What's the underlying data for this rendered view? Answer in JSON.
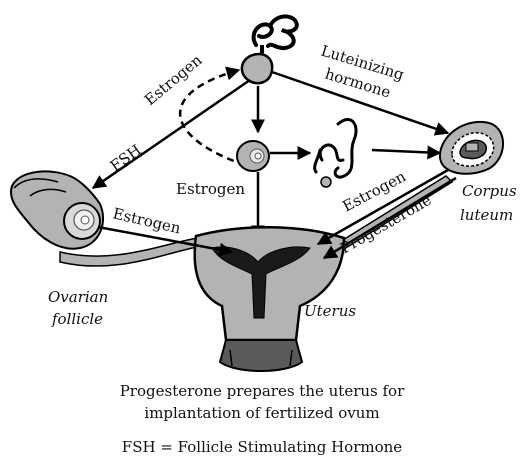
{
  "labels": {
    "estrogen_top": "Estrogen",
    "luteinizing_line1": "Luteinizing",
    "luteinizing_line2": "hormone",
    "fsh": "FSH",
    "estrogen_center": "Estrogen",
    "estrogen_follicle": "Estrogen",
    "estrogen_corpus": "Estrogen",
    "progesterone": "Progesterone",
    "corpus_line1": "Corpus",
    "corpus_line2": "luteum",
    "ovarian_line1": "Ovarian",
    "ovarian_line2": "follicle",
    "uterus": "Uterus"
  },
  "caption": {
    "line1": "Progesterone prepares the uterus for",
    "line2": "implantation of fertilized ovum",
    "line3": "FSH = Follicle Stimulating Hormone"
  },
  "colors": {
    "organ_fill": "#b3b3b3",
    "organ_dark": "#5a5a5a",
    "stroke": "#000000"
  }
}
